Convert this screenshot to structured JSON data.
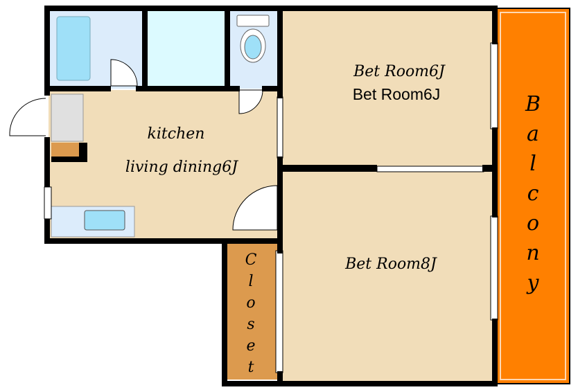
{
  "rooms": {
    "bedroom_upper": {
      "label_a": "Bet  Room6J",
      "label_b": "Bet  Room6J"
    },
    "bedroom_lower": {
      "label": "Bet  Room8J"
    },
    "kitchen": {
      "label_line1": "kitchen",
      "label_line2": "living   dining6J"
    },
    "closet": {
      "letters": [
        "C",
        "l",
        "o",
        "s",
        "e",
        "t"
      ]
    },
    "balcony": {
      "letters": [
        "B",
        "a",
        "l",
        "c",
        "o",
        "n",
        "y"
      ]
    }
  },
  "colors": {
    "wall": "#000000",
    "floor": "#f1ddb9",
    "wet_area": "#dcecfb",
    "fixture": "#9fe0f8",
    "balcony": "#ff8000",
    "closet": "#dc9a4e",
    "storage": "#e0e0e0"
  }
}
